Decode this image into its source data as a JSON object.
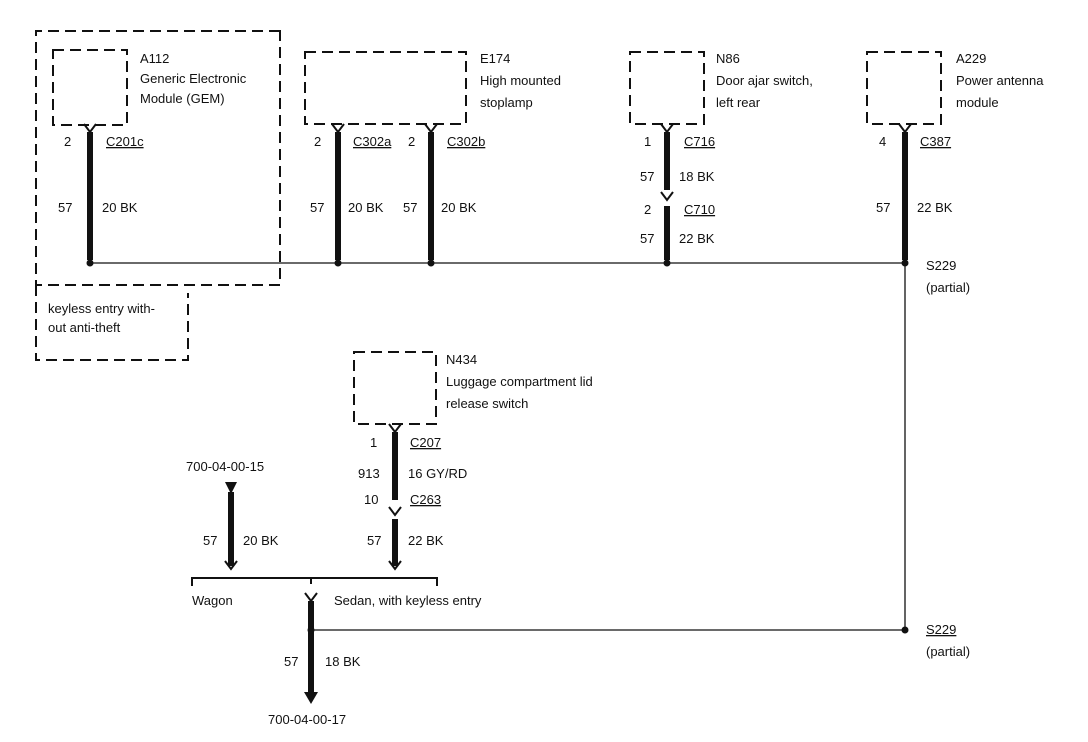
{
  "diagram": {
    "components": [
      {
        "id": "A112",
        "lines": [
          "Generic Electronic",
          "Module (GEM)"
        ]
      },
      {
        "id": "E174",
        "lines": [
          "High mounted",
          "stoplamp"
        ]
      },
      {
        "id": "N86",
        "lines": [
          "Door ajar switch,",
          "left rear"
        ]
      },
      {
        "id": "A229",
        "lines": [
          "Power antenna",
          "module"
        ]
      },
      {
        "id": "N434",
        "lines": [
          "Luggage compartment lid",
          "release switch"
        ]
      }
    ],
    "option_box": {
      "lines": [
        "keyless entry with-",
        "out anti-theft"
      ]
    },
    "connectors": {
      "c201c": {
        "pin": "2",
        "name": "C201c"
      },
      "c302a": {
        "pin": "2",
        "name": "C302a"
      },
      "c302b": {
        "pin": "2",
        "name": "C302b"
      },
      "c716": {
        "pin": "1",
        "name": "C716"
      },
      "c710": {
        "pin": "2",
        "name": "C710"
      },
      "c387": {
        "pin": "4",
        "name": "C387"
      },
      "c207": {
        "pin": "1",
        "name": "C207"
      },
      "c263": {
        "pin": "10",
        "name": "C263"
      }
    },
    "wires": {
      "w1": {
        "circuit": "57",
        "spec": "20 BK"
      },
      "w2": {
        "circuit": "57",
        "spec": "20 BK"
      },
      "w3": {
        "circuit": "57",
        "spec": "20 BK"
      },
      "w4": {
        "circuit": "57",
        "spec": "18 BK"
      },
      "w5": {
        "circuit": "57",
        "spec": "22 BK"
      },
      "w6": {
        "circuit": "57",
        "spec": "22 BK"
      },
      "w7": {
        "circuit": "913",
        "spec": "16 GY/RD"
      },
      "w8": {
        "circuit": "57",
        "spec": "22 BK"
      },
      "w9": {
        "circuit": "57",
        "spec": "20 BK"
      },
      "w10": {
        "circuit": "57",
        "spec": "18 BK"
      }
    },
    "splices": {
      "top": {
        "name": "S229",
        "note": "(partial)"
      },
      "bottom": {
        "name": "S229",
        "note": "(partial)"
      }
    },
    "refs": {
      "top": "700-04-00-15",
      "bottom": "700-04-00-17"
    },
    "branches": {
      "left": "Wagon",
      "right": "Sedan, with keyless entry"
    }
  }
}
